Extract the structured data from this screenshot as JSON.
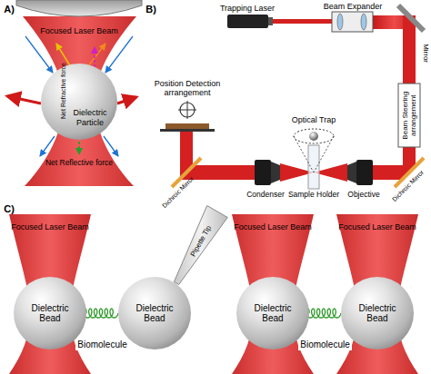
{
  "diagram": {
    "nodes": [
      {
        "text": [
          "Dielectric Particle"
        ]
      },
      {
        "text": [
          "Dielectric Bead"
        ]
      },
      {
        "text": [
          "Dielectric Bead"
        ]
      },
      {
        "text": [
          "Dielectric Bead"
        ]
      },
      {
        "text": [
          "Dielectric Bead"
        ]
      }
    ],
    "edges": [
      {
        "from": 1,
        "to": 2,
        "arrow": "none",
        "label": "Biomolecule"
      },
      {
        "from": 3,
        "to": 4,
        "arrow": "none",
        "label": "Biomolecule"
      }
    ],
    "labels": [
      "A)",
      "Focused Laser Beam",
      "Net Refractive force",
      "Net Reflective force",
      "B)",
      "Trapping Laser",
      "Beam Expander",
      "Mirror",
      "Beam Steering arrangement",
      "Position Detection arrangement",
      "Optical Trap",
      "Dichroic Mirror",
      "Condenser",
      "Sample Holder",
      "Objective",
      "Dichroic Mirror",
      "C)",
      "Focused Laser Beam",
      "Pipette Tip",
      "Focused Laser Beam",
      "Focused Laser Beam"
    ]
  }
}
